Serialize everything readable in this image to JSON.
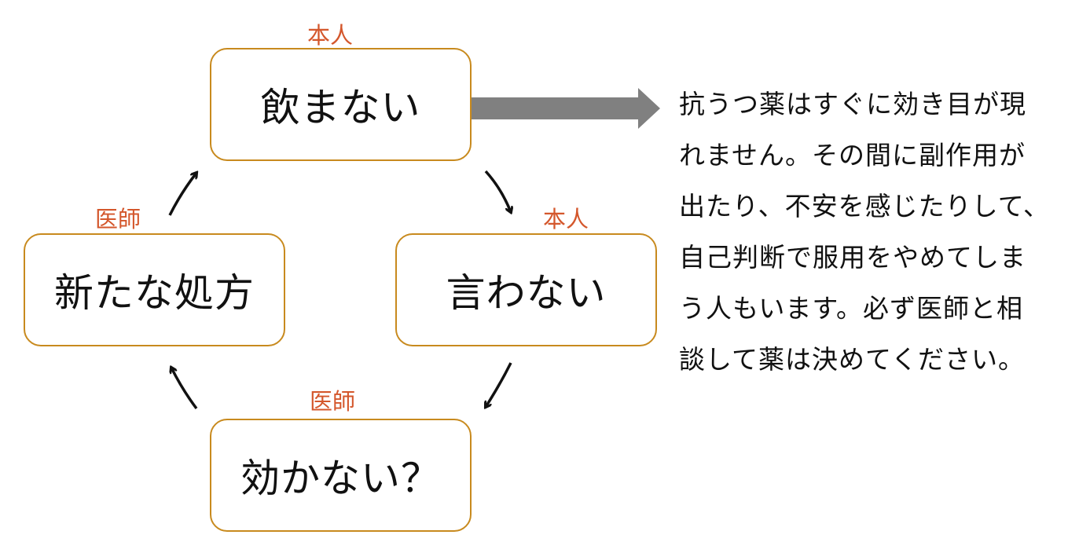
{
  "colors": {
    "box_border": "#c88a1e",
    "role_label": "#d4572c",
    "arrow": "#808080",
    "text": "#111111"
  },
  "nodes": [
    {
      "id": "top",
      "role": "本人",
      "label": "飲まない"
    },
    {
      "id": "right",
      "role": "本人",
      "label": "言わない"
    },
    {
      "id": "bottom",
      "role": "医師",
      "label": "効かない？"
    },
    {
      "id": "left",
      "role": "医師",
      "label": "新たな処方"
    }
  ],
  "explanation": {
    "lines": [
      "抗うつ薬はすぐに効き目が現",
      "れません。その間に副作用が",
      "出たり、不安を感じたりして、",
      "自己判断で服用をやめてしま",
      "う人もいます。必ず医師と相",
      "談して薬は決めてください。"
    ]
  }
}
